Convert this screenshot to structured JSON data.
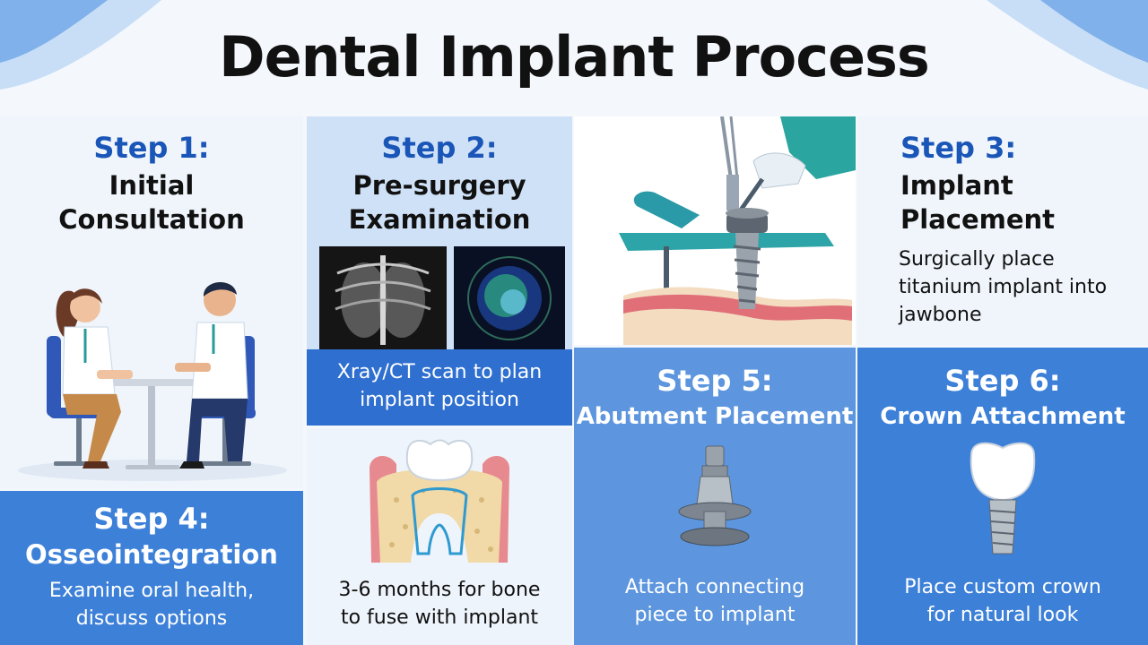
{
  "title": "Dental Implant Process",
  "steps": [
    {
      "label": "Step 1:",
      "name_lines": [
        "Initial",
        "Consultation"
      ]
    },
    {
      "label": "Step 2:",
      "name_lines": [
        "Pre-surgery",
        "Examination"
      ],
      "desc_lines": [
        "Xray/CT scan to plan",
        "implant position"
      ]
    },
    {
      "label": "Step 3:",
      "name_lines": [
        "Implant",
        "Placement"
      ],
      "desc_lines": [
        "Surgically place",
        "titanium implant into",
        "jawbone"
      ]
    },
    {
      "label": "Step 4:",
      "name_lines": [
        "Osseointegration"
      ],
      "desc_lines": [
        "Examine oral health,",
        "discuss options"
      ]
    },
    {
      "label": "Step 5:",
      "name_lines": [
        "Abutment Placement"
      ],
      "desc_lines": [
        "Attach connecting",
        "piece to implant"
      ]
    },
    {
      "label": "Step 6:",
      "name_lines": [
        "Crown Attachment"
      ],
      "desc_lines": [
        "Place custom crown",
        "for natural look"
      ]
    }
  ],
  "extra_text": {
    "bone_desc_lines": [
      "3-6 months for bone",
      "to fuse with implant"
    ]
  },
  "colors": {
    "step_label_blue": "#1a55b8",
    "panel_blue": "#3e80d6",
    "panel_light_blue": "#cfe1f6",
    "gum_pink": "#e98a90",
    "bone_beige": "#f1d9a8"
  },
  "icons": [
    "consultation-illustration",
    "xray-image",
    "ct-scan-image",
    "implant-surgery-illustration",
    "tooth-bone-illustration",
    "abutment-icon",
    "crown-implant-icon"
  ]
}
